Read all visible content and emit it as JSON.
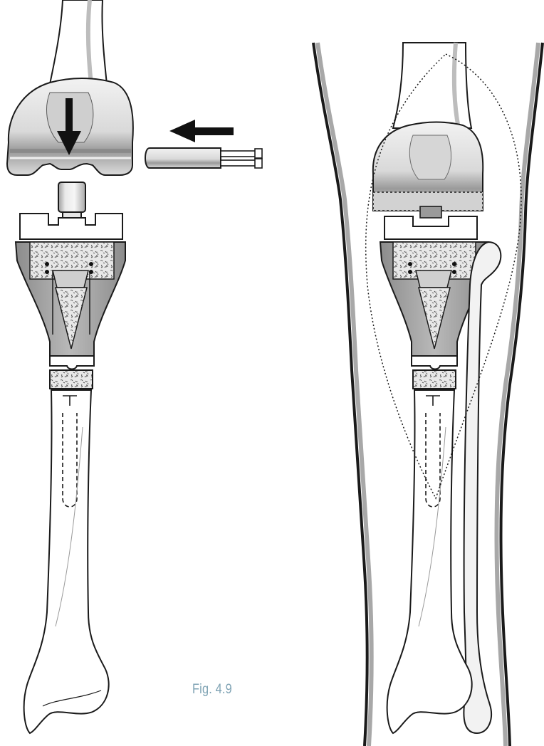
{
  "figure": {
    "caption": "Fig. 4.9",
    "caption_color": "#7fa3b4",
    "line_color": "#1a1a1a",
    "metal_light": "#e6e6e6",
    "metal_dark": "#8a8a8a",
    "skin_outline": "#999999"
  },
  "left_panel": {
    "femoral_component": "femoral-component",
    "axle_pin": "axle-pin",
    "tibial_component": "tibial-component",
    "tibia_bone": "tibia-bone",
    "arrow_down": "arrow-down",
    "arrow_left": "arrow-left"
  },
  "right_panel": {
    "leg_outline": "leg-outline",
    "femur": "femur-bone",
    "fibula": "fibula-bone",
    "resection_area": "dotted-resection-outline"
  }
}
